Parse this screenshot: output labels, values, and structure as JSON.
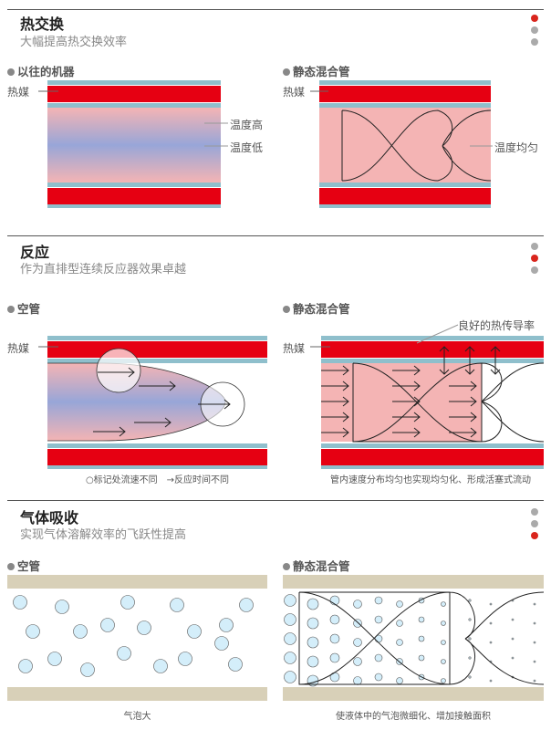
{
  "sections": [
    {
      "title": "热交换",
      "subtitle": "大幅提高热交换效率",
      "left": {
        "heading": "以往的机器",
        "medium": "热媒",
        "high": "温度高",
        "low": "温度低"
      },
      "right": {
        "heading": "静态混合管",
        "medium": "热媒",
        "uniform": "温度均匀"
      }
    },
    {
      "title": "反应",
      "subtitle": "作为直排型连续反应器效果卓越",
      "left": {
        "heading": "空管",
        "medium": "热媒",
        "caption": "○标记处流速不同　→反应时间不同"
      },
      "right": {
        "heading": "静态混合管",
        "medium": "热媒",
        "conduct": "良好的热传导率",
        "caption": "管内速度分布均匀也实现均匀化、形成活塞式流动"
      }
    },
    {
      "title": "气体吸收",
      "subtitle": "实现气体溶解效率的飞跃性提高",
      "left": {
        "heading": "空管",
        "caption": "气泡大"
      },
      "right": {
        "heading": "静态混合管",
        "caption": "使液体中的气泡微细化、增加接触面积"
      }
    }
  ],
  "colors": {
    "accent": "#d9251d",
    "medium": "#e60012",
    "pipe": "#8fbfcc",
    "fluid": "#f4b4b4",
    "gas": "#d8d0b8"
  }
}
